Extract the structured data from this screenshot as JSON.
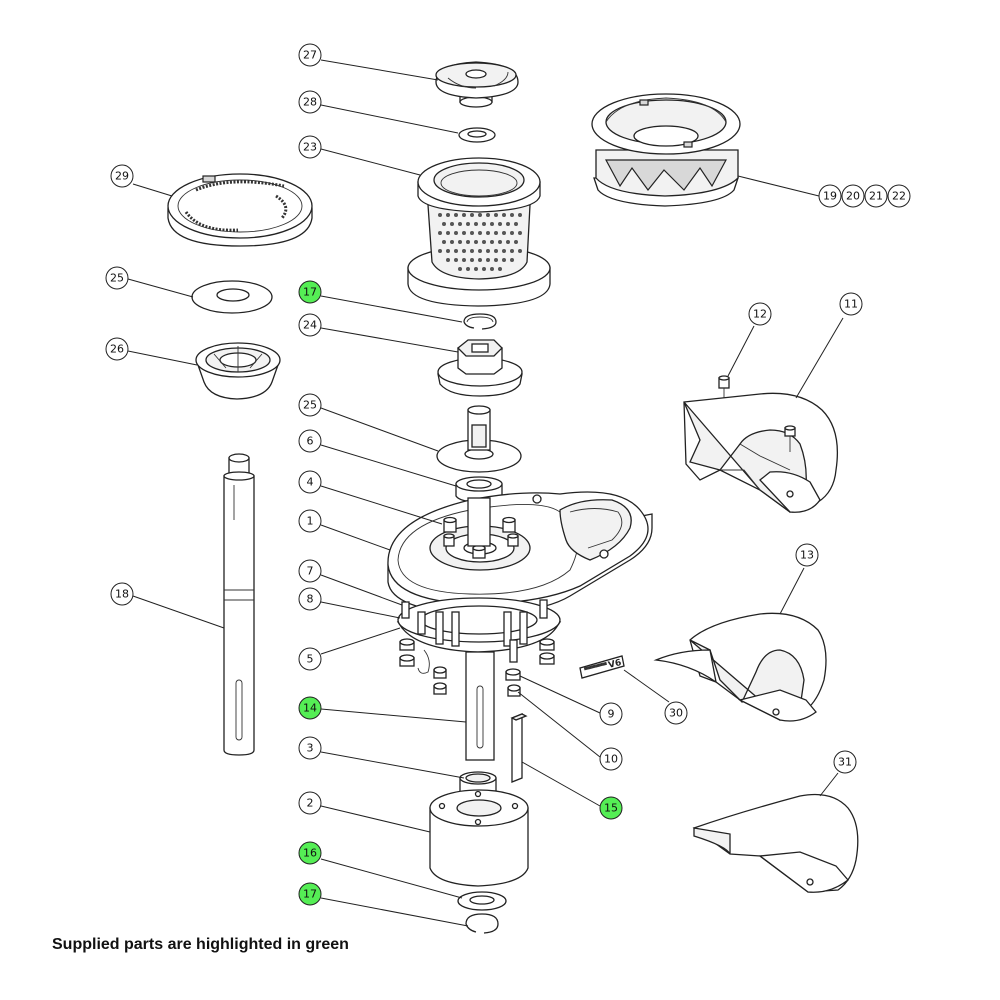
{
  "caption": "Supplied parts are highlighted in green",
  "colors": {
    "highlight": "#55ee55",
    "balloon": "#ffffff",
    "line": "#222222"
  },
  "balloons": [
    {
      "label": "27",
      "highlighted": false
    },
    {
      "label": "28",
      "highlighted": false
    },
    {
      "label": "23",
      "highlighted": false
    },
    {
      "label": "29",
      "highlighted": false
    },
    {
      "label": "25",
      "highlighted": false
    },
    {
      "label": "17",
      "highlighted": true
    },
    {
      "label": "24",
      "highlighted": false
    },
    {
      "label": "26",
      "highlighted": false
    },
    {
      "label": "25",
      "highlighted": false
    },
    {
      "label": "6",
      "highlighted": false
    },
    {
      "label": "4",
      "highlighted": false
    },
    {
      "label": "1",
      "highlighted": false
    },
    {
      "label": "7",
      "highlighted": false
    },
    {
      "label": "8",
      "highlighted": false
    },
    {
      "label": "5",
      "highlighted": false
    },
    {
      "label": "18",
      "highlighted": false
    },
    {
      "label": "14",
      "highlighted": true
    },
    {
      "label": "3",
      "highlighted": false
    },
    {
      "label": "2",
      "highlighted": false
    },
    {
      "label": "16",
      "highlighted": true
    },
    {
      "label": "17",
      "highlighted": true
    },
    {
      "label": "9",
      "highlighted": false
    },
    {
      "label": "10",
      "highlighted": false
    },
    {
      "label": "15",
      "highlighted": true
    },
    {
      "label": "30",
      "highlighted": false
    },
    {
      "label": "19",
      "highlighted": false
    },
    {
      "label": "20",
      "highlighted": false
    },
    {
      "label": "21",
      "highlighted": false
    },
    {
      "label": "22",
      "highlighted": false
    },
    {
      "label": "12",
      "highlighted": false
    },
    {
      "label": "11",
      "highlighted": false
    },
    {
      "label": "13",
      "highlighted": false
    },
    {
      "label": "31",
      "highlighted": false
    }
  ],
  "badge_text": "V6"
}
